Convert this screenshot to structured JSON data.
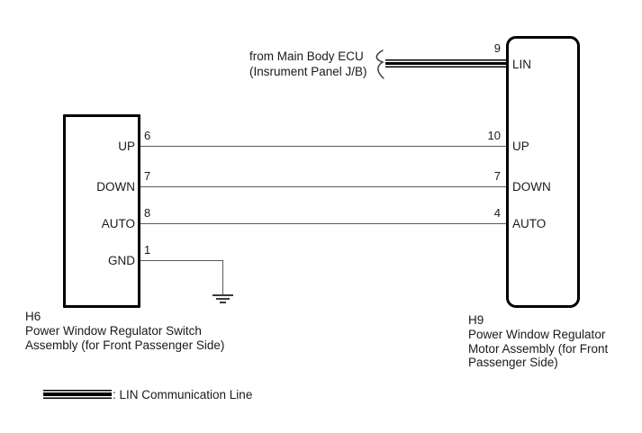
{
  "diagram": {
    "title_hidden": "",
    "ecu_note": {
      "line1": "from Main Body ECU",
      "line2": "(Insrument Panel J/B)"
    },
    "left_connector": {
      "id": "H6",
      "name_line1": "Power Window Regulator Switch",
      "name_line2": "Assembly (for Front Passenger Side)",
      "pins": [
        {
          "num": "6",
          "label": "UP"
        },
        {
          "num": "7",
          "label": "DOWN"
        },
        {
          "num": "8",
          "label": "AUTO"
        },
        {
          "num": "1",
          "label": "GND"
        }
      ]
    },
    "right_connector": {
      "id": "H9",
      "name_line1": "Power Window Regulator",
      "name_line2": "Motor Assembly (for Front",
      "name_line3": "Passenger Side)",
      "pins": [
        {
          "num": "9",
          "label": "LIN"
        },
        {
          "num": "10",
          "label": "UP"
        },
        {
          "num": "7",
          "label": "DOWN"
        },
        {
          "num": "4",
          "label": "AUTO"
        }
      ]
    },
    "legend": {
      "label": ": LIN Communication Line"
    },
    "colors": {
      "wire": "#5a5a5a",
      "outline": "#000000",
      "background": "#ffffff"
    }
  }
}
